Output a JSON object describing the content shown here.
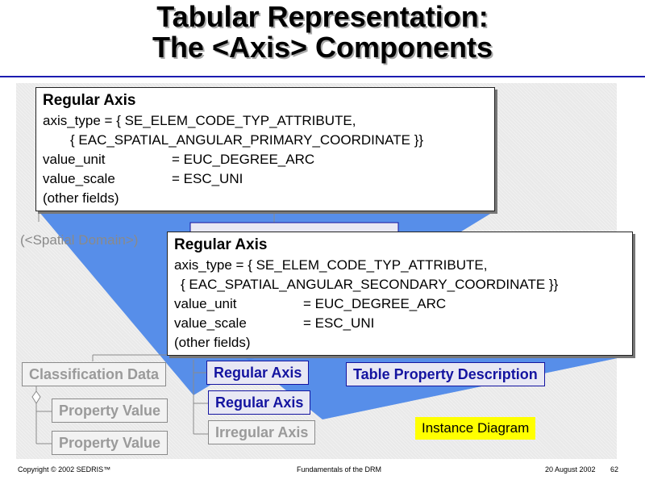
{
  "title": {
    "line1": "Tabular Representation:",
    "line2": "The <Axis> Components"
  },
  "diagram": {
    "domain_label": "(<Spatial Domain>)",
    "nodes": {
      "classification_data": "Classification Data",
      "regular_axis_1": "Regular Axis",
      "regular_axis_2": "Regular Axis",
      "irregular_axis": "Irregular Axis",
      "table_property_description": "Table Property Description",
      "property_value_1": "Property Value",
      "property_value_2": "Property Value"
    },
    "popup_primary": {
      "title": "Regular Axis",
      "axis_type_line1": "axis_type = { SE_ELEM_CODE_TYP_ATTRIBUTE,",
      "axis_type_line2": "{ EAC_SPATIAL_ANGULAR_PRIMARY_COORDINATE }}",
      "value_unit_key": "value_unit",
      "value_unit_val": "= EUC_DEGREE_ARC",
      "value_scale_key": "value_scale",
      "value_scale_val": "= ESC_UNI",
      "other": "(other fields)"
    },
    "popup_secondary": {
      "title": "Regular Axis",
      "axis_type_line1": "axis_type = { SE_ELEM_CODE_TYP_ATTRIBUTE,",
      "axis_type_line2": "{ EAC_SPATIAL_ANGULAR_SECONDARY_COORDINATE }}",
      "value_unit_key": "value_unit",
      "value_unit_val": "= EUC_DEGREE_ARC",
      "value_scale_key": "value_scale",
      "value_scale_val": "= ESC_UNI",
      "other": "(other fields)"
    },
    "instance_label": "Instance Diagram",
    "colors": {
      "highlight_fill": "#4a86e8",
      "active_node_text": "#1414a0",
      "rule": "#1c1cb0",
      "instance_bg": "#ffff00"
    }
  },
  "footer": {
    "copyright": "Copyright © 2002 SEDRIS™",
    "center": "Fundamentals of the DRM",
    "date": "20 August 2002",
    "page": "62"
  }
}
